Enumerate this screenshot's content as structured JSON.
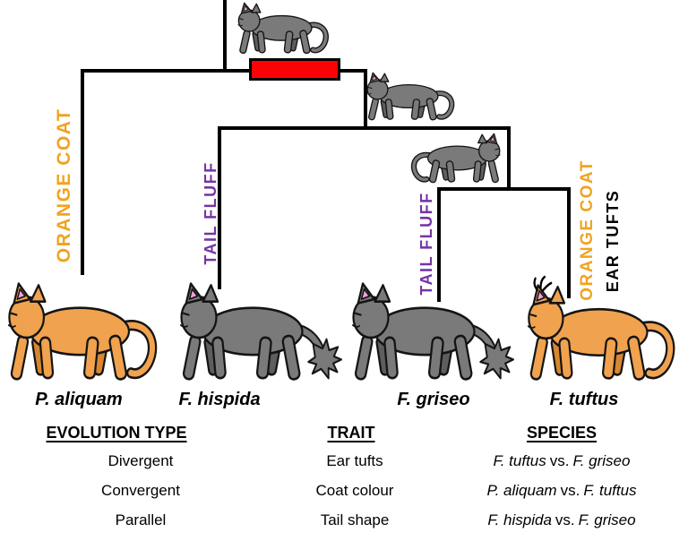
{
  "branches": {
    "orange_left": "ORANGE COAT",
    "fluff_left": "TAIL FLUFF",
    "fluff_right": "TAIL FLUFF",
    "orange_right": "ORANGE COAT",
    "ear_tufts": "EAR TUFTS"
  },
  "species": [
    "P. aliquam",
    "F. hispida",
    "F. griseo",
    "F. tuftus"
  ],
  "table": {
    "evolution": {
      "header": "EVOLUTION TYPE",
      "rows": [
        "Divergent",
        "Convergent",
        "Parallel"
      ]
    },
    "trait": {
      "header": "TRAIT",
      "rows": [
        "Ear tufts",
        "Coat colour",
        "Tail shape"
      ]
    },
    "species_col": {
      "header": "SPECIES",
      "rows": [
        {
          "a": "F. tuftus",
          "vs": "vs.",
          "b": "F. griseo"
        },
        {
          "a": "P. aliquam",
          "vs": "vs.",
          "b": "F. tuftus"
        },
        {
          "a": "F. hispida",
          "vs": "vs.",
          "b": "F. griseo"
        }
      ]
    }
  },
  "colors": {
    "label_orange": "#F0A420",
    "label_purple": "#7533A6",
    "marker_red": "#FB0207",
    "cat_gray": "#7A7A7A",
    "cat_gray_shade": "#5E5E5E",
    "cat_orange": "#F0A24E",
    "cat_orange_shade": "#D8862F",
    "ear_pink": "#F29EE2"
  }
}
